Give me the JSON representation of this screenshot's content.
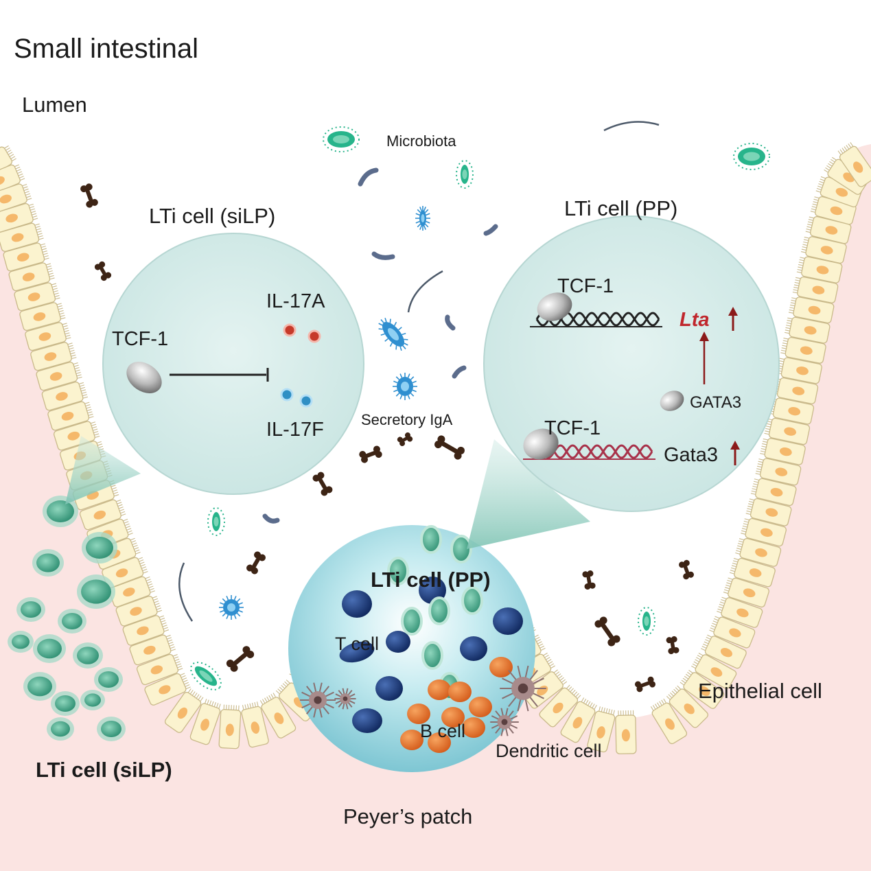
{
  "title": "Small intestinal",
  "labels": {
    "lumen": "Lumen",
    "microbiota": "Microbiota",
    "secretory_iga": "Secretory IgA",
    "lti_silp_inset_title": "LTi cell (siLP)",
    "lti_pp_inset_title": "LTi cell (PP)",
    "lti_pp_patch": "LTi cell (PP)",
    "lti_silp_bottom": "LTi cell (siLP)",
    "t_cell": "T cell",
    "b_cell": "B cell",
    "dendritic_cell": "Dendritic cell",
    "epithelial_cell": "Epithelial cell",
    "peyers_patch": "Peyer’s patch"
  },
  "inset_silp": {
    "tcf1": "TCF-1",
    "il17a": "IL-17A",
    "il17f": "IL-17F"
  },
  "inset_pp": {
    "tcf1_top": "TCF-1",
    "tcf1_bottom": "TCF-1",
    "lta": "Lta",
    "gata3_protein": "GATA3",
    "gata3_gene": "Gata3"
  },
  "colors": {
    "lamina_propria": "#fbe4e2",
    "epithelial_cell": "#fbf3cf",
    "nucleus": "#f5b86b",
    "inset_fill": "#d5ecea",
    "lti_cell": "#2f9e7e",
    "t_cell": "#1c3f86",
    "b_cell": "#e8742a",
    "iga": "#3d2415",
    "arrow": "#8b1a1a",
    "dna_black": "#222222",
    "dna_red": "#a8324a",
    "il17a": "#c63a2a",
    "il17f": "#2f8fc4",
    "microbe_green": "#27b48b",
    "microbe_blue": "#2f8fd0"
  }
}
